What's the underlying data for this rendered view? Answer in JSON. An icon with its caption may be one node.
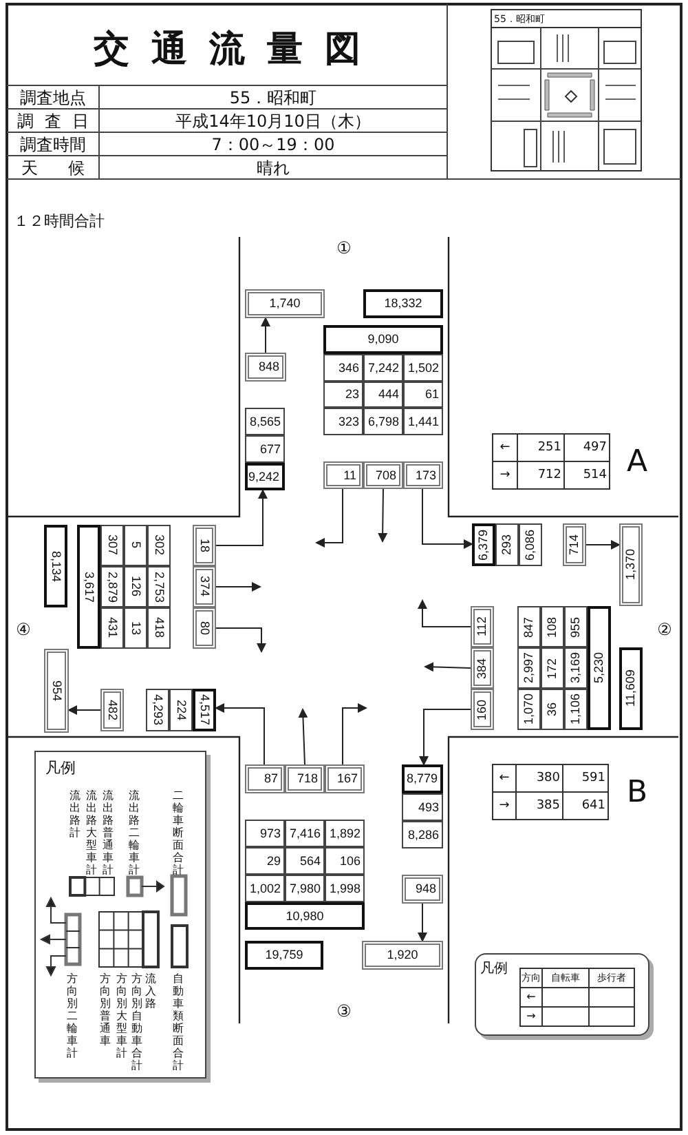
{
  "diagram": {
    "title": "交通流量図",
    "nodes": [
      {
        "text": [
          "1,740"
        ]
      },
      {
        "text": [
          "18,332"
        ]
      },
      {
        "text": [
          "9,090"
        ]
      },
      {
        "text": [
          "848"
        ]
      },
      {
        "text": [
          "346"
        ]
      },
      {
        "text": [
          "7,242"
        ]
      },
      {
        "text": [
          "1,502"
        ]
      },
      {
        "text": [
          "23"
        ]
      },
      {
        "text": [
          "444"
        ]
      },
      {
        "text": [
          "61"
        ]
      },
      {
        "text": [
          "8,565"
        ]
      },
      {
        "text": [
          "323"
        ]
      },
      {
        "text": [
          "6,798"
        ]
      },
      {
        "text": [
          "1,441"
        ]
      },
      {
        "text": [
          "677"
        ]
      },
      {
        "text": [
          "9,242"
        ]
      },
      {
        "text": [
          "11"
        ]
      },
      {
        "text": [
          "708"
        ]
      },
      {
        "text": [
          "173"
        ]
      },
      {
        "text": [
          "8,134"
        ]
      },
      {
        "text": [
          "3,617"
        ]
      },
      {
        "text": [
          "307"
        ]
      },
      {
        "text": [
          "5"
        ]
      },
      {
        "text": [
          "302"
        ]
      },
      {
        "text": [
          "2,879"
        ]
      },
      {
        "text": [
          "126"
        ]
      },
      {
        "text": [
          "2,753"
        ]
      },
      {
        "text": [
          "431"
        ]
      },
      {
        "text": [
          "13"
        ]
      },
      {
        "text": [
          "418"
        ]
      },
      {
        "text": [
          "18"
        ]
      },
      {
        "text": [
          "374"
        ]
      },
      {
        "text": [
          "80"
        ]
      },
      {
        "text": [
          "954"
        ]
      },
      {
        "text": [
          "482"
        ]
      },
      {
        "text": [
          "4,293"
        ]
      },
      {
        "text": [
          "224"
        ]
      },
      {
        "text": [
          "4,517"
        ]
      },
      {
        "text": [
          "6,379"
        ]
      },
      {
        "text": [
          "293"
        ]
      },
      {
        "text": [
          "6,086"
        ]
      },
      {
        "text": [
          "714"
        ]
      },
      {
        "text": [
          "1,370"
        ]
      },
      {
        "text": [
          "112"
        ]
      },
      {
        "text": [
          "847"
        ]
      },
      {
        "text": [
          "108"
        ]
      },
      {
        "text": [
          "955"
        ]
      },
      {
        "text": [
          "384"
        ]
      },
      {
        "text": [
          "2,997"
        ]
      },
      {
        "text": [
          "172"
        ]
      },
      {
        "text": [
          "3,169"
        ]
      },
      {
        "text": [
          "160"
        ]
      },
      {
        "text": [
          "1,070"
        ]
      },
      {
        "text": [
          "36"
        ]
      },
      {
        "text": [
          "1,106"
        ]
      },
      {
        "text": [
          "5,230"
        ]
      },
      {
        "text": [
          "11,609"
        ]
      },
      {
        "text": [
          "87"
        ]
      },
      {
        "text": [
          "718"
        ]
      },
      {
        "text": [
          "167"
        ]
      },
      {
        "text": [
          "8,779"
        ]
      },
      {
        "text": [
          "493"
        ]
      },
      {
        "text": [
          "973"
        ]
      },
      {
        "text": [
          "7,416"
        ]
      },
      {
        "text": [
          "1,892"
        ]
      },
      {
        "text": [
          "8,286"
        ]
      },
      {
        "text": [
          "29"
        ]
      },
      {
        "text": [
          "564"
        ]
      },
      {
        "text": [
          "106"
        ]
      },
      {
        "text": [
          "1,002"
        ]
      },
      {
        "text": [
          "7,980"
        ]
      },
      {
        "text": [
          "1,998"
        ]
      },
      {
        "text": [
          "948"
        ]
      },
      {
        "text": [
          "10,980"
        ]
      },
      {
        "text": [
          "19,759"
        ]
      },
      {
        "text": [
          "1,920"
        ]
      }
    ],
    "edges": [
      {
        "from": 3,
        "to": 0,
        "arrow": "to"
      },
      {
        "from": 16,
        "to": null,
        "arrow": "to"
      },
      {
        "from": 17,
        "to": null,
        "arrow": "to"
      },
      {
        "from": 18,
        "to": 38,
        "arrow": "to"
      },
      {
        "from": 30,
        "to": 15,
        "arrow": "to"
      },
      {
        "from": 31,
        "to": null,
        "arrow": "to"
      },
      {
        "from": 32,
        "to": null,
        "arrow": "to"
      },
      {
        "from": 34,
        "to": 33,
        "arrow": "to"
      },
      {
        "from": 41,
        "to": 42,
        "arrow": "to"
      },
      {
        "from": 43,
        "to": null,
        "arrow": "to"
      },
      {
        "from": 47,
        "to": null,
        "arrow": "to"
      },
      {
        "from": 51,
        "to": 60,
        "arrow": "to"
      },
      {
        "from": 57,
        "to": 37,
        "arrow": "to"
      },
      {
        "from": 58,
        "to": null,
        "arrow": "to"
      },
      {
        "from": 59,
        "to": null,
        "arrow": "to"
      },
      {
        "from": 72,
        "to": 75,
        "arrow": "to"
      }
    ],
    "labels": [
      "調査地点",
      "55．昭和町",
      "調査日",
      "平成14年10月10日（木）",
      "調査時間",
      "7：00～19：00",
      "天候",
      "晴れ",
      "55．昭和町",
      "１２時間合計",
      "①",
      "←",
      "251",
      "497",
      "→",
      "712",
      "514",
      "A",
      "④",
      "②",
      "←",
      "380",
      "591",
      "→",
      "385",
      "641",
      "B",
      "凡例",
      "③",
      "凡例",
      "方向",
      "自転車",
      "歩行者",
      "←",
      "→"
    ],
    "legend": [
      {
        "text": "二輪車断面合計"
      },
      {
        "text": "流出路二輪車計"
      },
      {
        "text": "流出路普通車計"
      },
      {
        "text": "流出路大型車計"
      },
      {
        "text": "流出路計"
      },
      {
        "text": "自動車類断面合計"
      },
      {
        "text": "流入路"
      },
      {
        "text": "方向別自動車合計"
      },
      {
        "text": "方向別大型車計"
      },
      {
        "text": "方向別普通車"
      },
      {
        "text": "方向別二輪車計"
      }
    ]
  }
}
